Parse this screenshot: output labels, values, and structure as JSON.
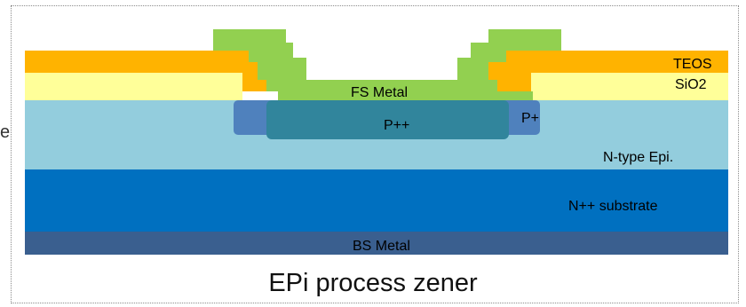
{
  "diagram": {
    "layers": {
      "teos": "TEOS",
      "sio2": "SiO2",
      "fs_metal": "FS Metal",
      "p_plus_plus": "P++",
      "p_plus": "P+",
      "n_epi": "N-type Epi.",
      "n_substrate": "N++ substrate",
      "bs_metal": "BS Metal"
    },
    "caption": "EPi process zener",
    "edge_text": "e",
    "colors": {
      "teos": "#FFB300",
      "sio2": "#FFFF99",
      "fs_metal": "#92D050",
      "p_plus_plus": "#31859C",
      "p_plus": "#4F81BD",
      "n_epi": "#93CDDD",
      "n_substrate": "#0070C0",
      "bs_metal": "#3A5F8F"
    }
  }
}
